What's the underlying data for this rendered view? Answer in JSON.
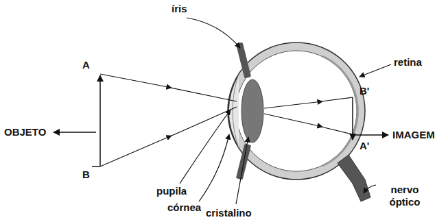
{
  "diagram": {
    "labels": [
      "íris",
      "retina",
      "A",
      "OBJETO",
      "B",
      "B'",
      "IMAGEM",
      "A'",
      "pupila",
      "córnea",
      "cristalino",
      "nervo óptico"
    ]
  }
}
